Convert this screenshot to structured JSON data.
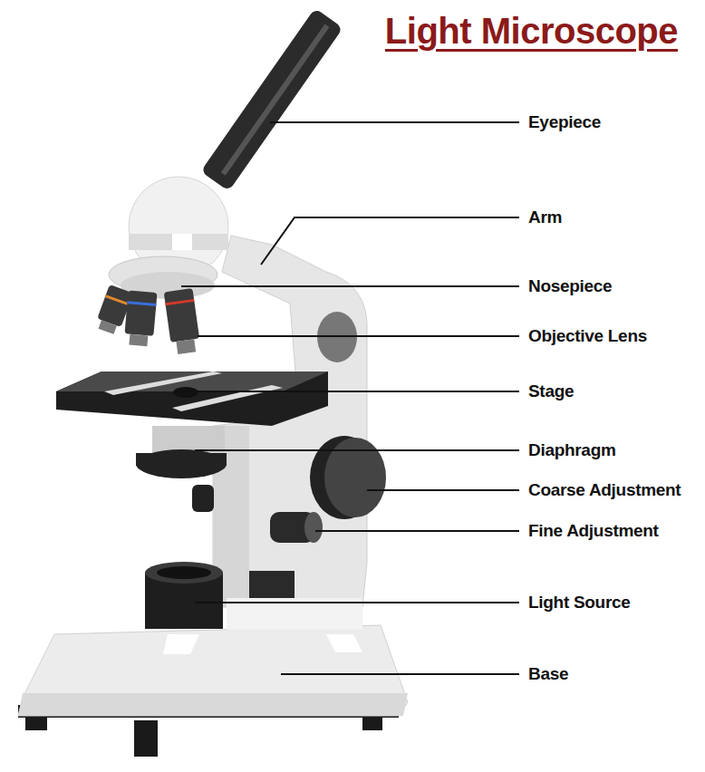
{
  "diagram": {
    "title": "Light Microscope",
    "labels": [
      "Eyepiece",
      "Arm",
      "Nosepiece",
      "Objective Lens",
      "Stage",
      "Diaphragm",
      "Coarse Adjustment",
      "Fine Adjustment",
      "Light Source",
      "Base"
    ]
  }
}
